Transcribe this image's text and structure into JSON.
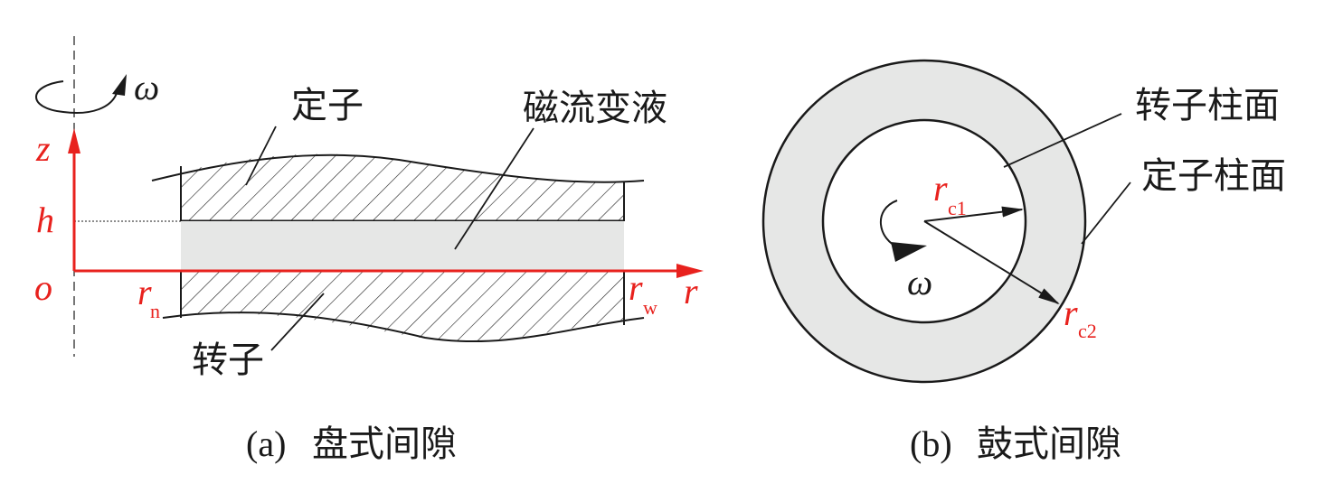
{
  "colors": {
    "axis": "#e8211d",
    "gap_fill": "#e6e7e6",
    "line": "#1a1a1a"
  },
  "panel_a": {
    "omega": "ω",
    "axis_z": "z",
    "axis_h": "h",
    "axis_o": "o",
    "axis_r": "r",
    "rn_main": "r",
    "rn_sub": "n",
    "rw_main": "r",
    "rw_sub": "w",
    "label_stator": "定子",
    "label_fluid": "磁流变液",
    "label_rotor": "转子",
    "caption_id": "(a)",
    "caption": "盘式间隙"
  },
  "panel_b": {
    "omega": "ω",
    "rc1_main": "r",
    "rc1_sub": "c1",
    "rc2_main": "r",
    "rc2_sub": "c2",
    "label_rotor_surface": "转子柱面",
    "label_stator_surface": "定子柱面",
    "caption_id": "(b)",
    "caption": "鼓式间隙"
  }
}
